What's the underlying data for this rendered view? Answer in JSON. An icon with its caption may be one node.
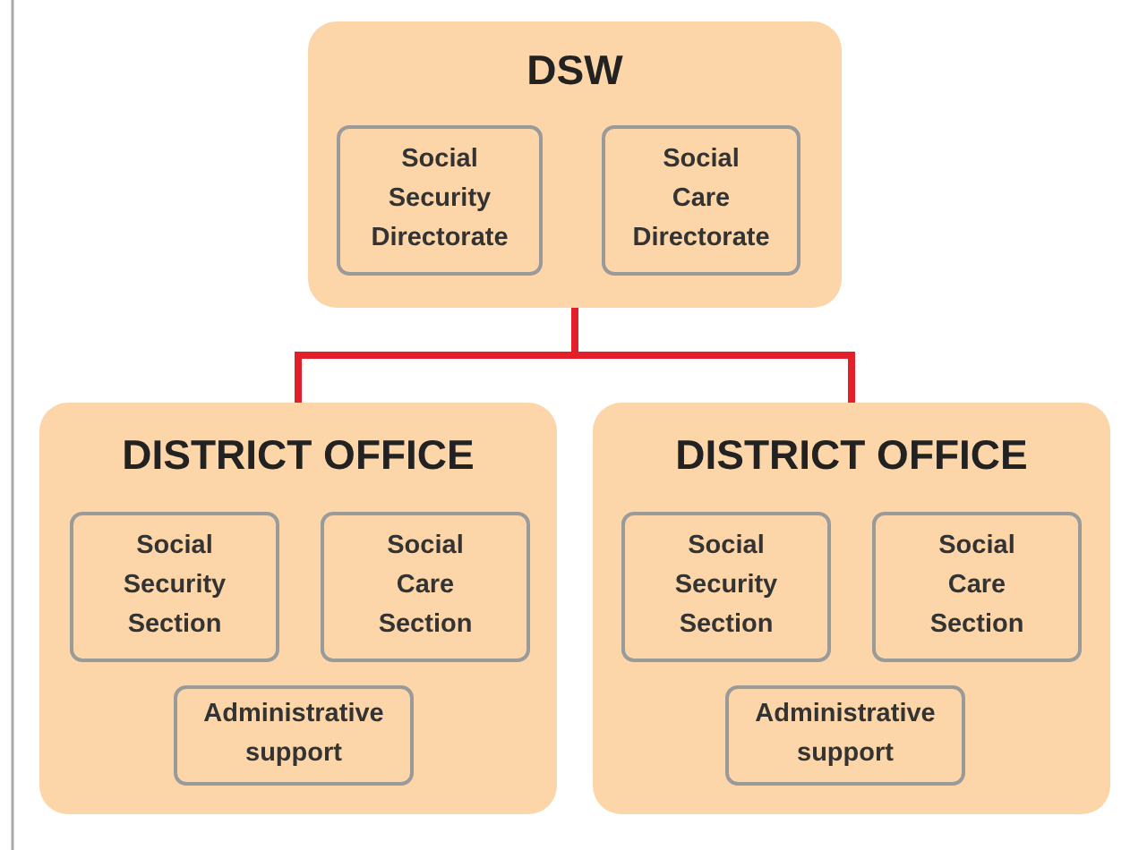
{
  "diagram": {
    "nodes": [
      {
        "text": [
          "DSW"
        ]
      },
      {
        "text": [
          "Social Security Directorate"
        ],
        "in": 0
      },
      {
        "text": [
          "Social Care Directorate"
        ],
        "in": 0
      },
      {
        "text": [
          "DISTRICT OFFICE"
        ]
      },
      {
        "text": [
          "Social Security Section"
        ],
        "in": 3
      },
      {
        "text": [
          "Social Care Section"
        ],
        "in": 3
      },
      {
        "text": [
          "Administrative support"
        ],
        "in": 3
      },
      {
        "text": [
          "DISTRICT OFFICE"
        ]
      },
      {
        "text": [
          "Social Security Section"
        ],
        "in": 7
      },
      {
        "text": [
          "Social Care Section"
        ],
        "in": 7
      },
      {
        "text": [
          "Administrative support"
        ],
        "in": 7
      }
    ],
    "edges": [
      {
        "from": 0,
        "to": 3,
        "arrow": "none",
        "color": "#e3202a"
      },
      {
        "from": 0,
        "to": 7,
        "arrow": "none",
        "color": "#e3202a"
      }
    ]
  }
}
